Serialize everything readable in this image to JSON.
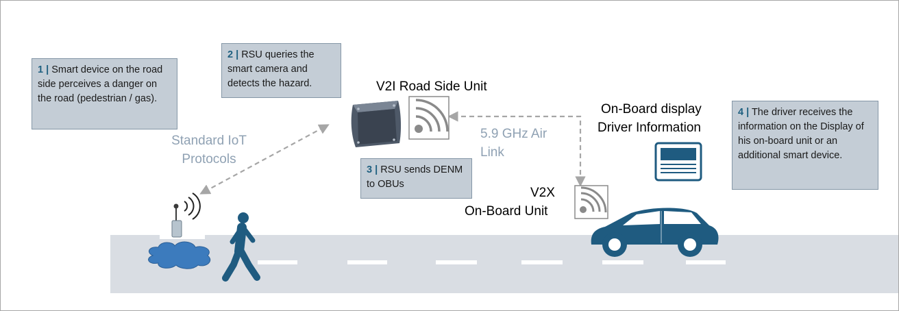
{
  "callouts": {
    "step1": {
      "num": "1 |",
      "text": "Smart device on the road side perceives a danger on the road (pedestrian  / gas)."
    },
    "step2": {
      "num": "2 |",
      "text": "RSU queries the smart camera and detects the hazard."
    },
    "step3": {
      "num": "3 |",
      "text": "RSU sends DENM to OBUs"
    },
    "step4": {
      "num": "4 |",
      "text": "The driver receives the information on the Display of his on-board unit or an additional smart device."
    }
  },
  "labels": {
    "rsu_title": "V2I Road Side Unit",
    "display_line1": "On-Board display",
    "display_line2": "Driver Information",
    "obu_line1": "V2X",
    "obu_line2": "On-Board Unit",
    "iot_line1": "Standard IoT",
    "iot_line2": "Protocols",
    "air_line1": "5.9 GHz Air",
    "air_line2": "Link"
  },
  "colors": {
    "callout_bg": "#c4cdd6",
    "accent_blue": "#1f5b80",
    "link_gray": "#8fa1b3",
    "road": "#d9dde3"
  },
  "icons": [
    "sensor-antenna-icon",
    "gas-cloud-icon",
    "pedestrian-icon",
    "rsu-device-icon",
    "wireless-signal-icon",
    "car-icon",
    "display-screen-icon"
  ]
}
